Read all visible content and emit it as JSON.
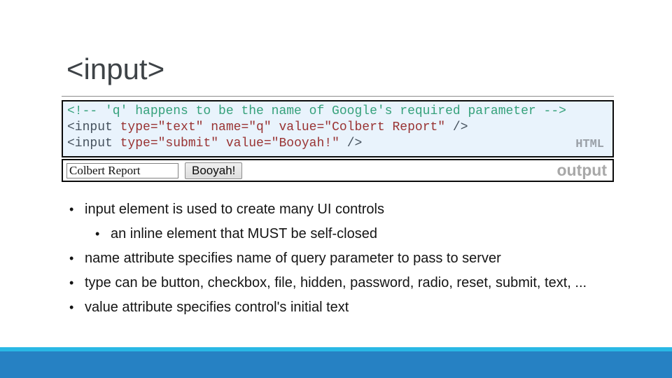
{
  "slide": {
    "title": "<input>"
  },
  "code": {
    "language_label": "HTML",
    "line1_comment": "<!-- 'q' happens to be the name of Google's required parameter -->",
    "line2": {
      "tag_open": "<input ",
      "attrs": "type=\"text\" name=\"q\" value=\"Colbert Report\"",
      "tag_close": " />"
    },
    "line3": {
      "tag_open": "<input ",
      "attrs": "type=\"submit\" value=\"Booyah!\"",
      "tag_close": " />"
    }
  },
  "output_box": {
    "label": "output",
    "input_value": "Colbert Report",
    "button_label": "Booyah!"
  },
  "bullets": [
    {
      "level": 1,
      "text": "input element is used to create many UI controls"
    },
    {
      "level": 2,
      "text": "an inline element that MUST be self-closed"
    },
    {
      "level": 1,
      "text": "name attribute specifies name of query parameter to pass to server"
    },
    {
      "level": 1,
      "text": "type can be button, checkbox, file, hidden, password, radio, reset, submit, text, ..."
    },
    {
      "level": 1,
      "text": "value attribute specifies control's initial text"
    }
  ],
  "colors": {
    "footer_bar_dark": "#2681c3",
    "footer_bar_light": "#29b8e5",
    "code_background": "#e9f3fc",
    "code_comment": "#35a17b",
    "code_tag": "#46525e",
    "code_attribute": "#993333",
    "badge_gray": "#a8a8a8",
    "title_gray": "#3e4347"
  }
}
